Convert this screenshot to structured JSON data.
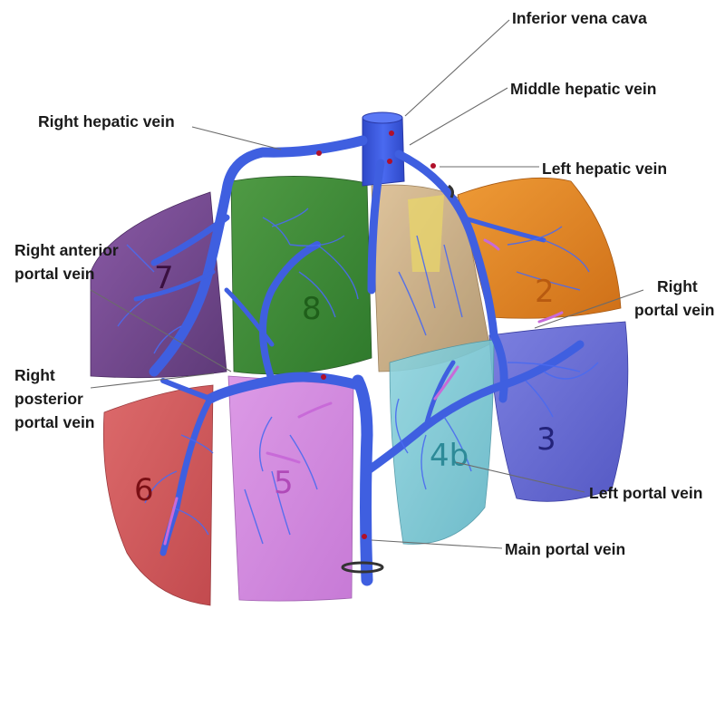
{
  "segments": [
    {
      "id": "7",
      "label": "7",
      "fill": "#7a4a93",
      "text": "#3a1040"
    },
    {
      "id": "8",
      "label": "8",
      "fill": "#3f8d3a",
      "text": "#1f5f1a"
    },
    {
      "id": "2",
      "label": "2",
      "fill": "#e48a22",
      "text": "#b85a10"
    },
    {
      "id": "3",
      "label": "3",
      "fill": "#6b6fd6",
      "text": "#23237a"
    },
    {
      "id": "6",
      "label": "6",
      "fill": "#d55b5d",
      "text": "#7a0f14"
    },
    {
      "id": "5",
      "label": "5",
      "fill": "#d48ce0",
      "text": "#b04ab8"
    },
    {
      "id": "4b",
      "label": "4b",
      "fill": "#7ecbd6",
      "text": "#2d8a98"
    },
    {
      "id": "4a",
      "label": "",
      "fill": "#c9a679",
      "text": ""
    }
  ],
  "callouts": {
    "ivc": [
      "Inferior vena cava"
    ],
    "mhv": [
      "Middle hepatic vein"
    ],
    "rhv": [
      "Right hepatic vein"
    ],
    "lhv": [
      "Left hepatic vein"
    ],
    "rapv": [
      "Right anterior",
      "portal vein"
    ],
    "rpv": [
      "Right",
      "portal vein"
    ],
    "rppv": [
      "Right",
      "posterior",
      "portal vein"
    ],
    "lpv": [
      "Left portal vein"
    ],
    "mpv": [
      "Main portal vein"
    ]
  },
  "colors": {
    "vein": "#3f5fe0",
    "vein_dark": "#2b3fb8",
    "branch_highlight": "#c86ad8",
    "marker": "#b0102a",
    "leader": "#6b6b6b"
  }
}
